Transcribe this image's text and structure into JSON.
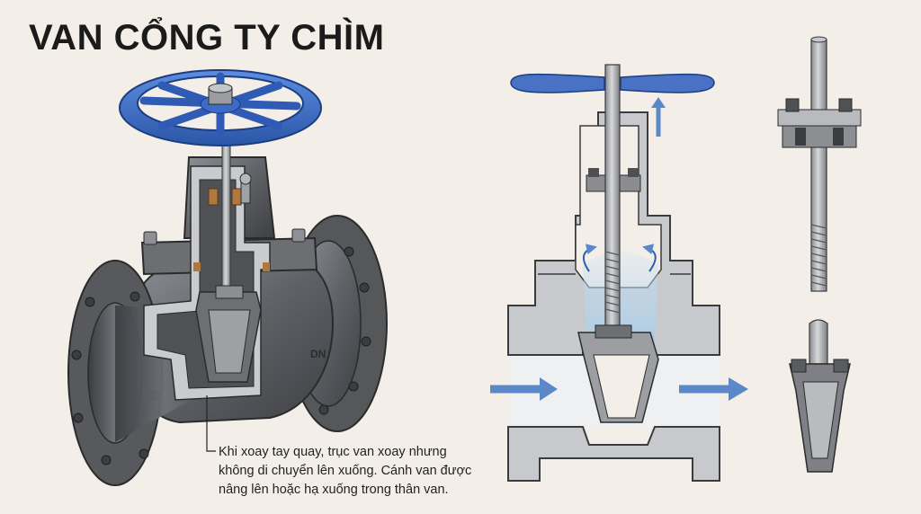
{
  "title": "VAN CỔNG TY CHÌM",
  "caption": {
    "line1": "Khi xoay tay quay, trục van xoay nhưng",
    "line2": "không di chuyển lên xuống. Cánh van được",
    "line3": "nâng lên hoặc hạ xuống trong thân van."
  },
  "body_marking": "DN",
  "colors": {
    "background": "#f3efe8",
    "handwheel": "#3b69c4",
    "metal": "#6c6e72",
    "section": "#c7c9cc",
    "flow_arrow": "#5a88c8"
  }
}
